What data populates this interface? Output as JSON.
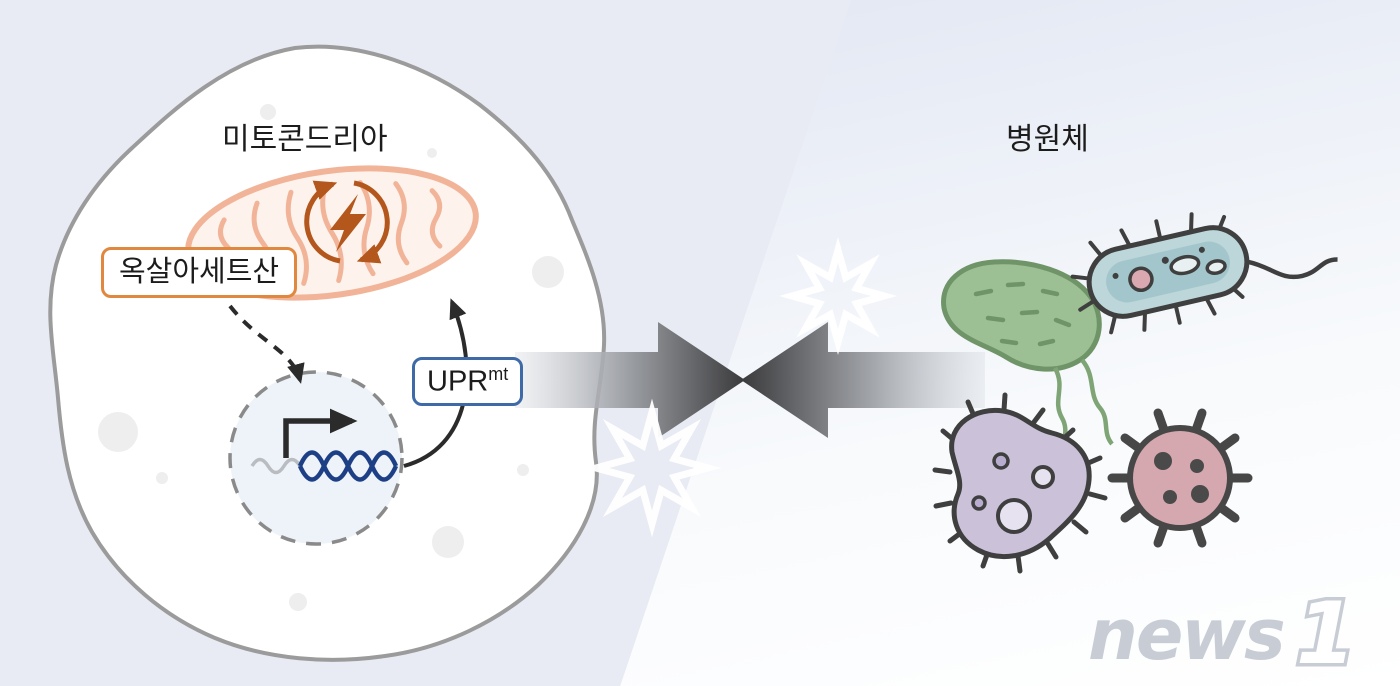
{
  "diagram": {
    "cell_section": {
      "title": "미토콘드리아",
      "oxaloacetate_label": "옥살아세트산",
      "upr_label": {
        "base": "UPR",
        "superscript": "mt"
      }
    },
    "pathogen_section": {
      "title": "병원체",
      "pathogen_icons": [
        "green-bacterium-icon",
        "rod-bacterium-icon",
        "amoeboid-bacterium-icon",
        "virus-icon"
      ]
    },
    "icons": {
      "energy_cycle": "circular-arrows-lightning-icon",
      "dna": "dna-helix-icon",
      "promoter": "transcription-arrow-icon",
      "clash_arrows": "opposing-arrows-icon",
      "impact": "impact-starburst-icon"
    },
    "watermark": {
      "news": "news",
      "one": "1"
    },
    "colors": {
      "background_left": "#e8ebf4",
      "background_right_top": "#dce2ef",
      "cell_border": "#9b9b9b",
      "mitochondrion": "#f2b193",
      "energy_icon": "#b3571c",
      "oxaloacetate_border": "#e0883f",
      "upr_border": "#3e6aa8",
      "dna_navy": "#1d3f86",
      "clash_arrow_dark": "#3a3a3c",
      "bacterium_green": "#9dbf94",
      "bacterium_teal": "#bcd6da",
      "bacterium_purple": "#cbc2da",
      "virus_pink": "#d4a8ae",
      "watermark_gray": "#c8ccd5"
    }
  }
}
